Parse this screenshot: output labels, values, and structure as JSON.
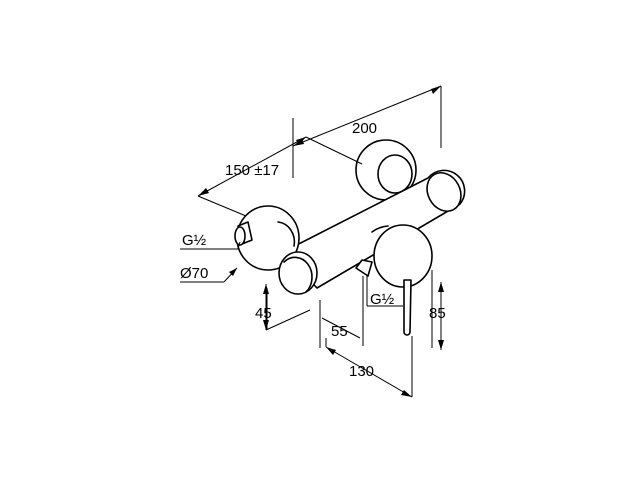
{
  "dimensions": {
    "overall_width": "200",
    "connection_spacing": "150 ±17",
    "thread_left": "G½",
    "rosette_diameter": "Ø70",
    "wall_offset": "45",
    "outlet_offset": "55",
    "thread_outlet": "G½",
    "lever_height": "85",
    "depth": "130"
  }
}
